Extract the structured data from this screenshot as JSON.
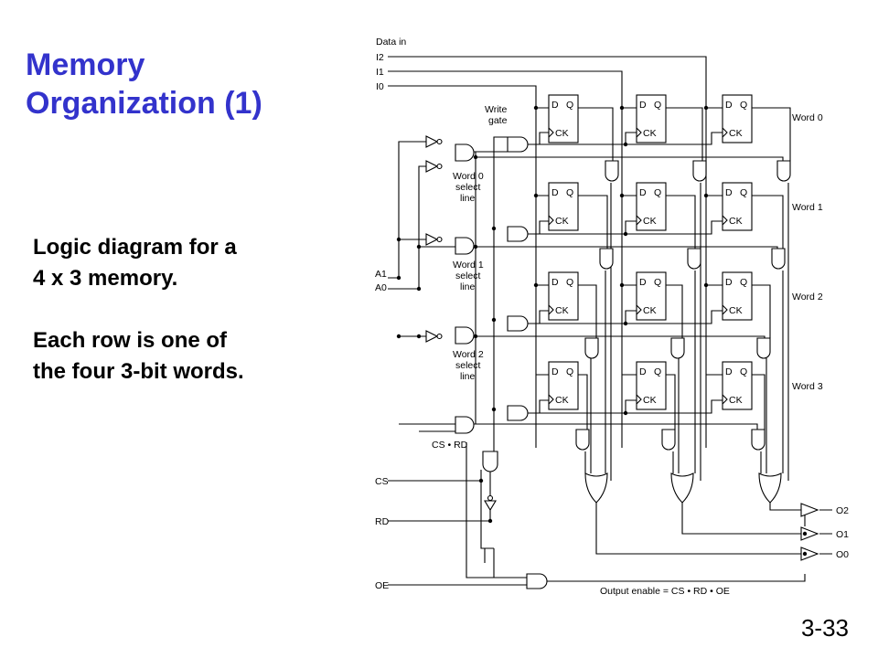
{
  "slide": {
    "title_line1": "Memory",
    "title_line2": "Organization (1)",
    "caption": {
      "line1": "Logic diagram for a",
      "line2": "4 x 3 memory.",
      "line3": "Each row is one of",
      "line4": "the four 3-bit words."
    },
    "slide_number": "3-33"
  },
  "diagram": {
    "data_in": "Data in",
    "inputs": [
      "I2",
      "I1",
      "I0"
    ],
    "write_gate": [
      "Write",
      "gate"
    ],
    "address": [
      "A1",
      "A0"
    ],
    "word_labels": [
      "Word 0",
      "Word 1",
      "Word 2",
      "Word 3"
    ],
    "select_line_labels": [
      [
        "Word 0",
        "select",
        "line"
      ],
      [
        "Word 1",
        "select",
        "line"
      ],
      [
        "Word 2",
        "select",
        "line"
      ]
    ],
    "ff_labels": {
      "d": "D",
      "q": "Q",
      "ck": "CK"
    },
    "control_inputs": [
      "CS",
      "RD",
      "OE"
    ],
    "cs_rd": "CS • RD",
    "outputs": [
      "O2",
      "O1",
      "O0"
    ],
    "output_enable": "Output enable = CS • RD • OE"
  },
  "colors": {
    "title": "#3333cc",
    "text": "#000000",
    "background": "#ffffff"
  }
}
